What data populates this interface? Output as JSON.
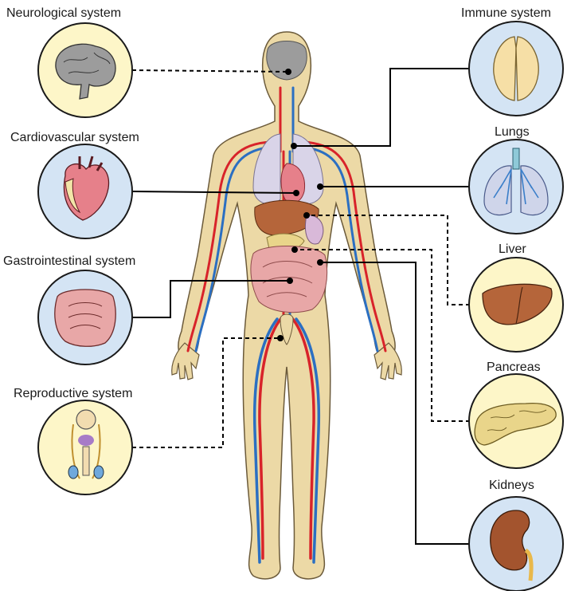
{
  "labels": {
    "neuro": "Neurological system",
    "cardio": "Cardiovascular system",
    "gastro": "Gastrointestinal system",
    "repro": "Reproductive system",
    "immune": "Immune system",
    "lungs": "Lungs",
    "liver": "Liver",
    "pancreas": "Pancreas",
    "kidneys": "Kidneys"
  },
  "colors": {
    "skin": "#ecd9a6",
    "skin_outline": "#6b5a3a",
    "artery": "#d8232a",
    "vein": "#2b6fc2",
    "circle_yellow": "#fdf6c8",
    "circle_blue": "#d4e4f4",
    "liver": "#b5653a",
    "lungs": "#d9d4e8",
    "heart": "#e6808a",
    "intestine": "#e8a7a7",
    "pancreas": "#e9d58a",
    "kidney": "#a3542e",
    "brain": "#9c9c9c",
    "thymus": "#f6dfa6"
  }
}
